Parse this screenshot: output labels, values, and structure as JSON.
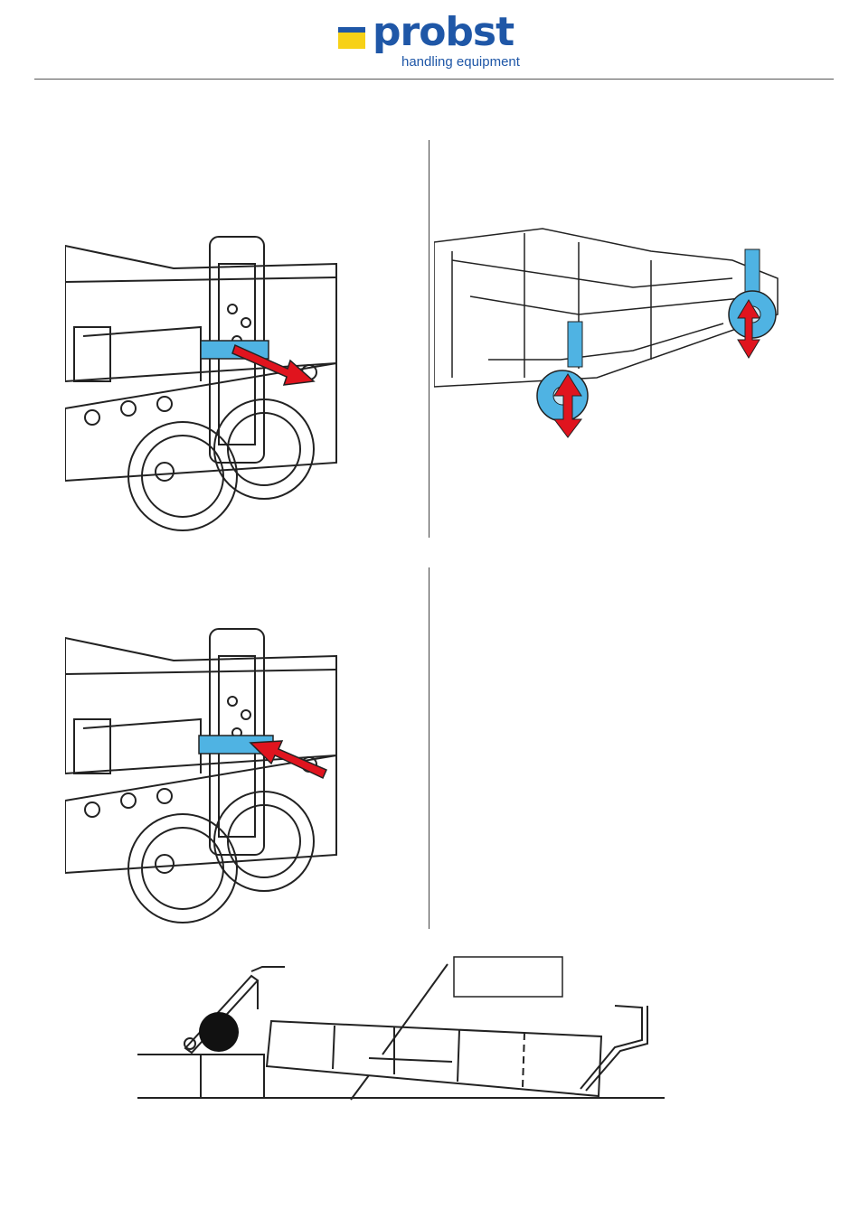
{
  "header": {
    "logo_word": "probst",
    "logo_tagline": "handling equipment",
    "brand_colors": {
      "blue": "#1f57a7",
      "yellow": "#f7d117"
    }
  },
  "figures": [
    {
      "id": "fig-wheel-pin-pull",
      "arrow": "red-arrow-outward",
      "highlight": "blue-bracket"
    },
    {
      "id": "fig-height-adjust",
      "arrow": "red-double-arrow-vertical",
      "highlight": "blue-wheel-assemblies"
    },
    {
      "id": "fig-wheel-pin-insert",
      "arrow": "red-arrow-inward",
      "highlight": "blue-bracket"
    },
    {
      "id": "fig-side-diagram",
      "label_box_text": ""
    }
  ],
  "colors": {
    "accent_red": "#e0141e",
    "highlight_blue": "#4fb3e3",
    "line": "#222222"
  }
}
